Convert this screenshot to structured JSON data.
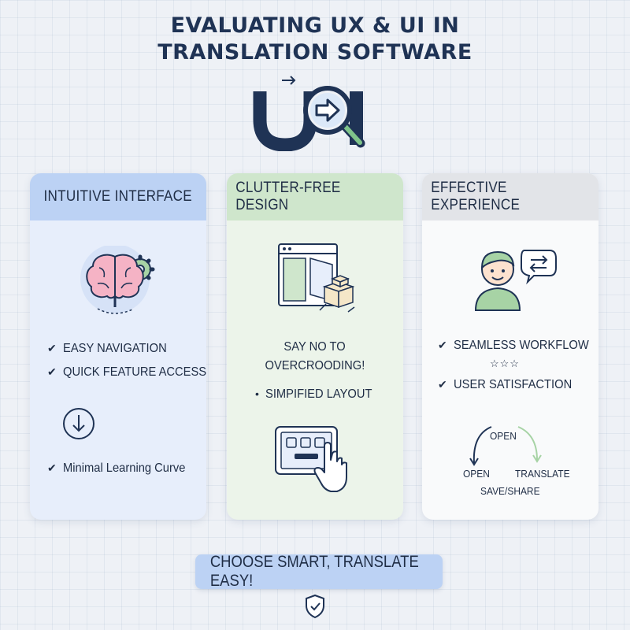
{
  "header": {
    "title_line1": "EVALUATING UX & UI IN",
    "title_line2": "TRANSLATION SOFTWARE",
    "logo_text": "UI"
  },
  "cards": [
    {
      "heading": "INTUITIVE INTERFACE",
      "items": [
        "EASY NAVIGATION",
        "QUICK FEATURE ACCESS"
      ],
      "footer": "Minimal Learning Curve",
      "icons": [
        "brain-gear-icon",
        "download-circle-icon"
      ],
      "accent": "#bcd2f4"
    },
    {
      "heading": "CLUTTER-FREE DESIGN",
      "note_line1": "SAY NO TO",
      "note_line2": "OVERCROODING!",
      "bullet": "SIMPIFIED LAYOUT",
      "icons": [
        "window-boxes-icon",
        "tablet-touch-icon"
      ],
      "accent": "#cfe6cc"
    },
    {
      "heading": "EFFECTIVE EXPERIENCE",
      "items": [
        "SEAMLESS WORKFLOW",
        "USER SATISFACTION"
      ],
      "stars": "☆☆☆",
      "cycle": [
        "OPEN",
        "OPEN",
        "TRANSLATE",
        "SAVE/SHARE"
      ],
      "icons": [
        "user-chat-icon",
        "cycle-arrows-icon"
      ],
      "accent": "#e2e4e8"
    }
  ],
  "cta": "CHOOSE SMART, TRANSLATE EASY!",
  "colors": {
    "navy": "#1f3355",
    "blue": "#bcd2f4",
    "green": "#cfe6cc",
    "gray": "#e2e4e8"
  }
}
